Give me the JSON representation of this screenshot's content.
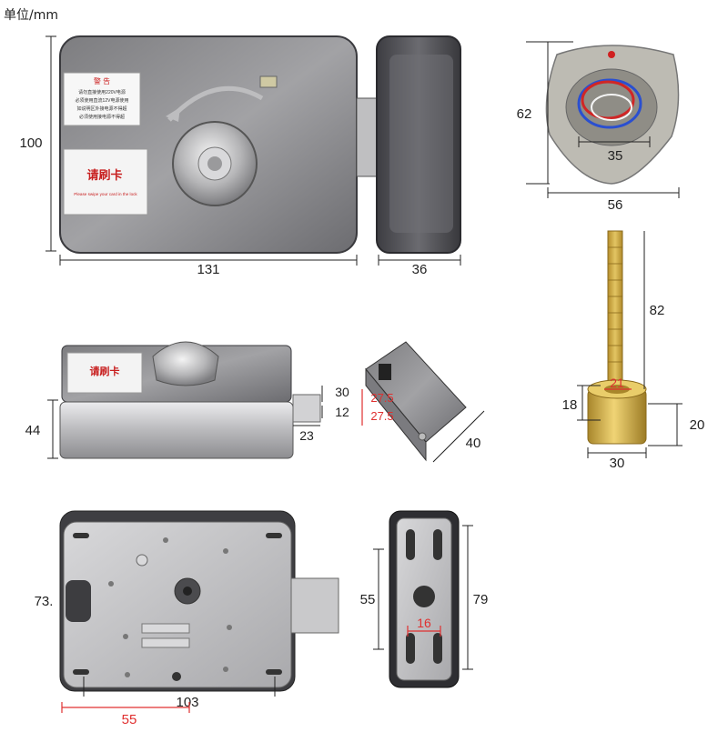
{
  "unit_label": "单位/mm",
  "colors": {
    "dim_line": "#222222",
    "dim_red": "#e03030",
    "steel": "#9a9a9c",
    "dark_steel": "#4a4a4e",
    "plate": "#c9c9cb",
    "gray_plastic": "#b7b5ad",
    "brass": "#d6b34a"
  },
  "front_view": {
    "warning_title": "警 告",
    "warning_lines": [
      "请勿直接使用220V电源",
      "必须使用直流12V电源使用",
      "如说明区外接电源不得超",
      "必须使用接电源不得超"
    ],
    "card_main": "请刷卡",
    "card_sub": "Please swipe your card in the lock",
    "dims": {
      "height": "100",
      "width": "131",
      "depth": "36"
    }
  },
  "cover_view": {
    "dims": {
      "height": "62",
      "inner": "35",
      "width": "56"
    }
  },
  "spindle_view": {
    "dims": {
      "length": "82",
      "inner": "21",
      "base_h": "18",
      "cyl_h": "20",
      "cyl_w": "30"
    }
  },
  "side_view": {
    "card_main": "请刷卡",
    "dims": {
      "bolt_h": "30",
      "bolt_gap": "12",
      "bolt_len": "23",
      "height": "44",
      "red_top": "27.5",
      "red_bottom": "27.5",
      "strike_depth": "40"
    }
  },
  "back_view": {
    "dims": {
      "height": "73.",
      "hole_spacing": "103",
      "red_offset": "55"
    }
  },
  "strike_plate_view": {
    "dims": {
      "inner": "55",
      "outer": "79",
      "red_width": "16"
    }
  }
}
